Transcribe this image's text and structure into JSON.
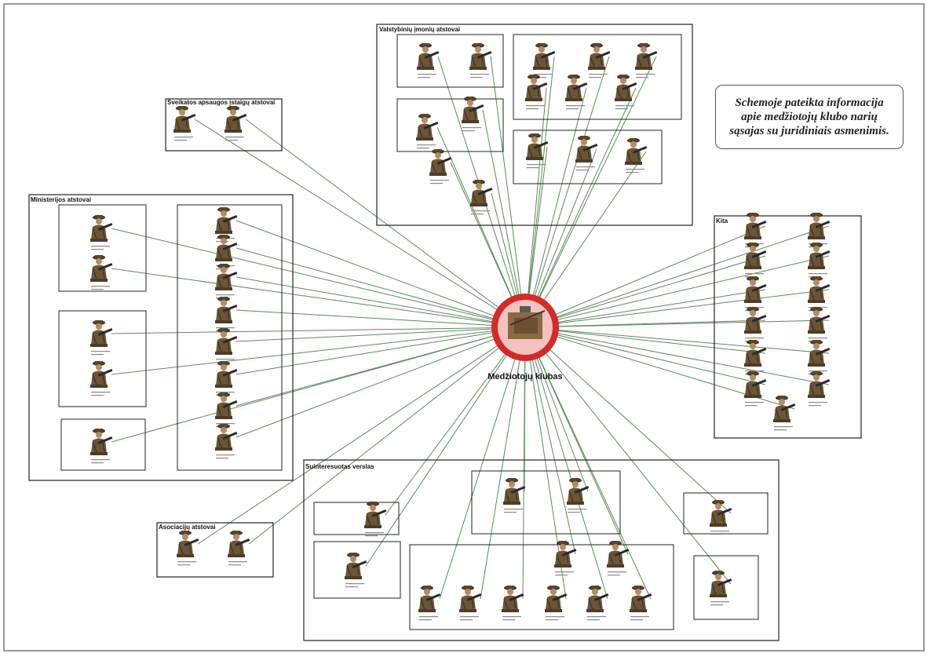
{
  "info_text": "Schemoje pateikta informacija apie medžiotojų klubo narių sąsajas su juridiniais asmenimis.",
  "hub": {
    "label": "Medžiotojų klubas",
    "colors": {
      "ring": "#d42a2a",
      "fill": "#f3c2bf"
    }
  },
  "groups": {
    "valstybiniu": "Valstybinių įmonių atstovai",
    "sveikatos": "Sveikatos apsaugos įstaigų atstovai",
    "ministerijos": "Ministerijos atstovai",
    "kita": "Kita",
    "suinteresuotas": "Suinteresuotas verslas",
    "asociaciju": "Asociacijų atstovai"
  },
  "icon": "hunter-figure-icon",
  "link_color": "#5c8a5c"
}
